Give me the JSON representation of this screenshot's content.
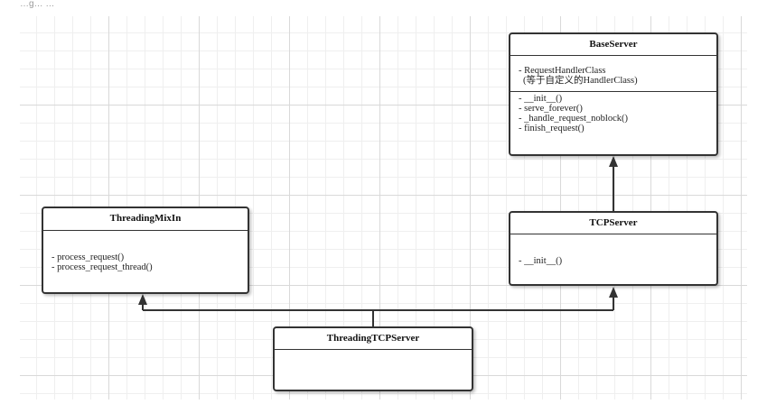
{
  "caption": "…g…  …",
  "classes": {
    "baseserver": {
      "name": "BaseServer",
      "attributes": [
        "- RequestHandlerClass",
        "(等于自定义的HandlerClass)"
      ],
      "methods": [
        "- __init__()",
        "- serve_forever()",
        "- _handle_request_noblock()",
        "- finish_request()"
      ]
    },
    "tcpserver": {
      "name": "TCPServer",
      "attributes": [],
      "methods": [
        "- __init__()"
      ]
    },
    "threadingmixin": {
      "name": "ThreadingMixIn",
      "attributes": [],
      "methods": [
        "- process_request()",
        "- process_request_thread()"
      ]
    },
    "threadingtcpserver": {
      "name": "ThreadingTCPServer",
      "attributes": [],
      "methods": []
    }
  },
  "relations": [
    {
      "from": "TCPServer",
      "to": "BaseServer",
      "type": "inheritance"
    },
    {
      "from": "ThreadingTCPServer",
      "to": "ThreadingMixIn",
      "type": "inheritance"
    },
    {
      "from": "ThreadingTCPServer",
      "to": "TCPServer",
      "type": "inheritance"
    }
  ]
}
